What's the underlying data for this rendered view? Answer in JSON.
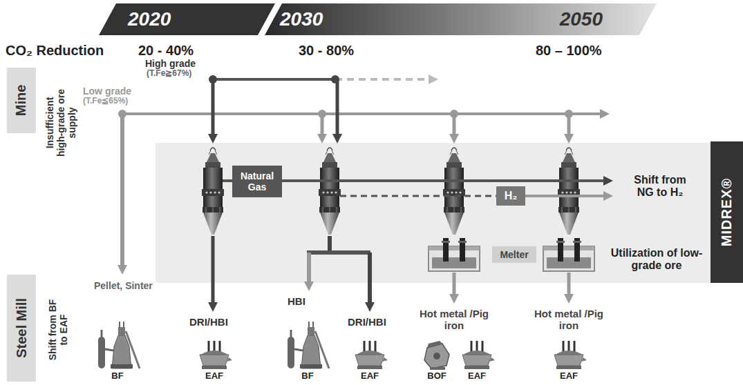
{
  "diagram": {
    "nodes": [
      {
        "text": [
          "2020"
        ]
      },
      {
        "text": [
          "2030",
          "2050"
        ]
      },
      {
        "text": [
          "Mine"
        ]
      },
      {
        "text": [
          "Steel Mill"
        ]
      },
      {
        "text": [
          "Shift from NG to H₂",
          "Utilization of low-grade ore"
        ]
      },
      {
        "text": [
          "Natural Gas"
        ],
        "in": 4
      },
      {
        "text": [
          "H₂"
        ],
        "in": 4
      },
      {
        "text": [
          "Melter"
        ],
        "in": 4
      },
      {
        "text": [
          "MIDREX®"
        ]
      }
    ],
    "labels": [
      "CO₂ Reduction",
      "20 - 40%",
      "30 - 80%",
      "80 – 100%",
      "Insufficient high-grade ore supply",
      "Shift from BF to EAF",
      "High grade",
      "(T.Fe≧67%)",
      "Low grade",
      "(T.Fe≦65%)",
      "Pellet, Sinter",
      "DRI/HBI",
      "HBI",
      "DRI/HBI",
      "Hot metal /Pig iron",
      "Hot metal /Pig iron",
      "BF",
      "EAF",
      "BF",
      "EAF",
      "BOF",
      "EAF",
      "EAF"
    ]
  }
}
